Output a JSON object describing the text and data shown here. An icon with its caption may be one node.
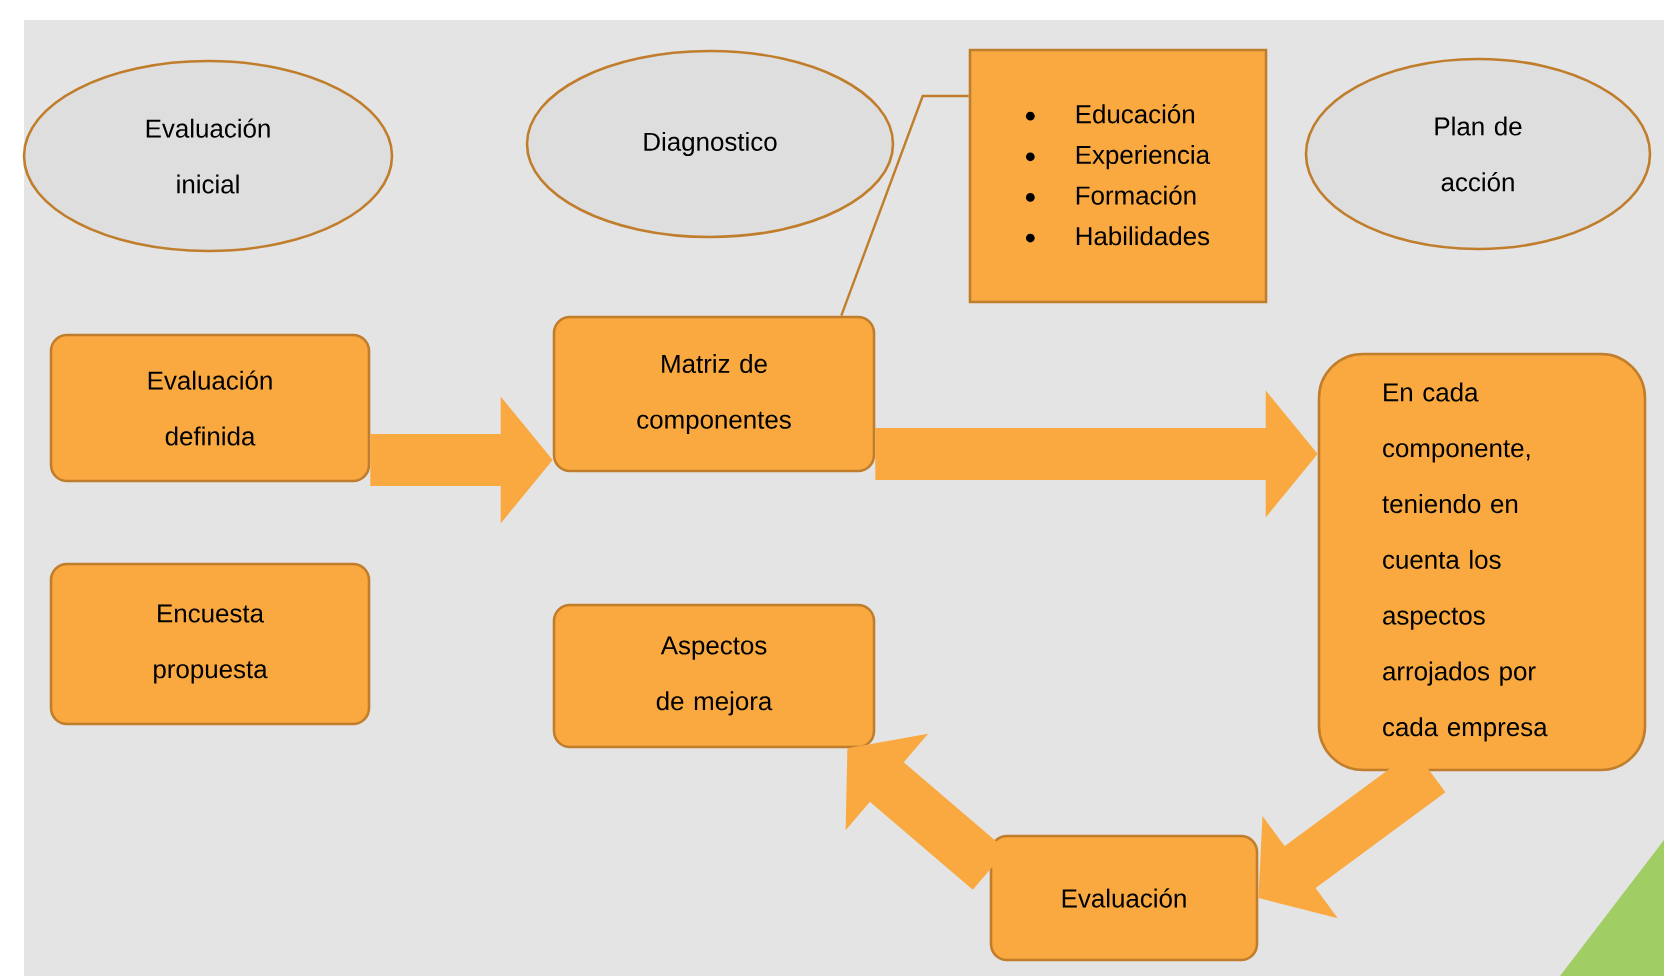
{
  "diagram": {
    "nodes": [
      {
        "text": [
          "Evaluación inicial"
        ]
      },
      {
        "text": [
          "Diagnostico"
        ]
      },
      {
        "text": [
          "Educación",
          "Experiencia",
          "Formación",
          "Habilidades"
        ]
      },
      {
        "text": [
          "Plan de acción"
        ]
      },
      {
        "text": [
          "Evaluación definida"
        ]
      },
      {
        "text": [
          "Matriz de componentes"
        ]
      },
      {
        "text": [
          "Encuesta propuesta"
        ]
      },
      {
        "text": [
          "Aspectos de mejora"
        ]
      },
      {
        "text": [
          "En cada componente, teniendo en cuenta los aspectos arrojados por cada empresa"
        ]
      },
      {
        "text": [
          "Evaluación"
        ]
      }
    ],
    "edges": [
      {
        "from": 2,
        "to": 5,
        "arrow": "none"
      },
      {
        "from": 4,
        "to": 5,
        "arrow": "to"
      },
      {
        "from": 5,
        "to": 8,
        "arrow": "to"
      },
      {
        "from": 8,
        "to": 9,
        "arrow": "to"
      },
      {
        "from": 9,
        "to": 7,
        "arrow": "to"
      }
    ]
  }
}
